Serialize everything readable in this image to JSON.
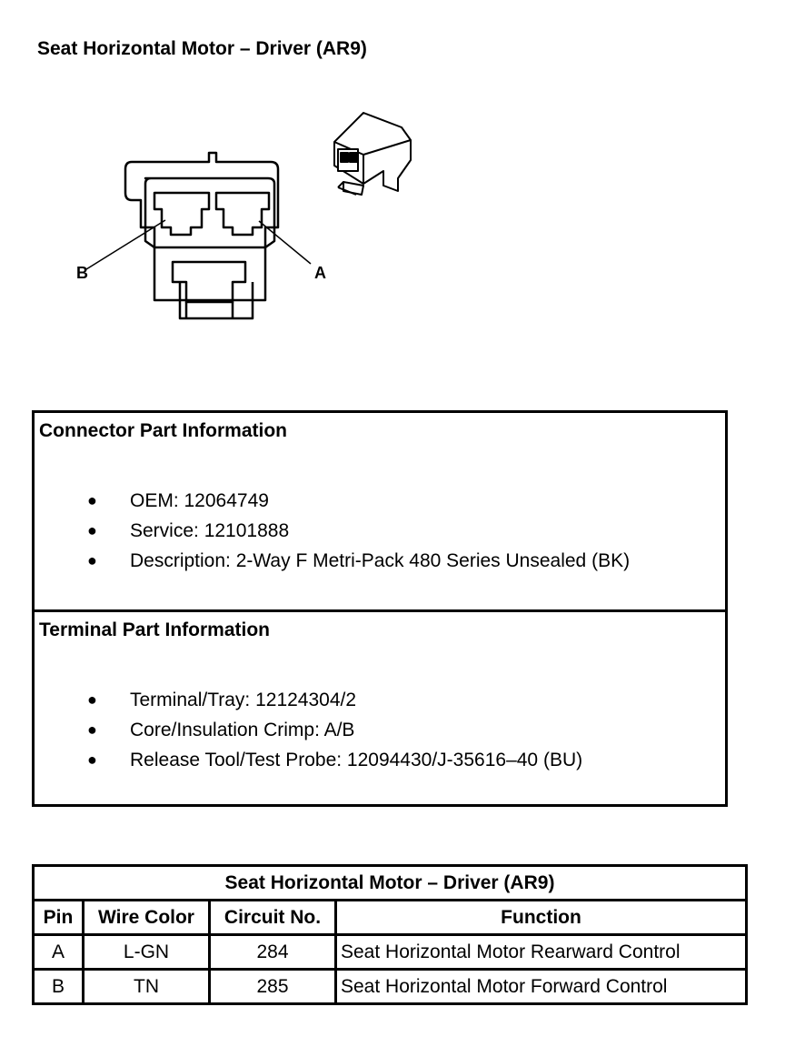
{
  "title": "Seat Horizontal Motor – Driver (AR9)",
  "diagram": {
    "label_b": "B",
    "label_a": "A"
  },
  "connector_info": {
    "heading": "Connector Part Information",
    "items": [
      "OEM: 12064749",
      "Service: 12101888",
      "Description: 2-Way F Metri-Pack 480 Series Unsealed (BK)"
    ]
  },
  "terminal_info": {
    "heading": "Terminal Part Information",
    "items": [
      "Terminal/Tray: 12124304/2",
      "Core/Insulation Crimp: A/B",
      "Release Tool/Test Probe: 12094430/J-35616–40 (BU)"
    ]
  },
  "pin_table": {
    "title": "Seat Horizontal Motor – Driver (AR9)",
    "headers": [
      "Pin",
      "Wire Color",
      "Circuit No.",
      "Function"
    ],
    "rows": [
      [
        "A",
        "L-GN",
        "284",
        "Seat Horizontal Motor Rearward Control"
      ],
      [
        "B",
        "TN",
        "285",
        "Seat Horizontal Motor Forward Control"
      ]
    ]
  },
  "bullet_symbol": "●"
}
